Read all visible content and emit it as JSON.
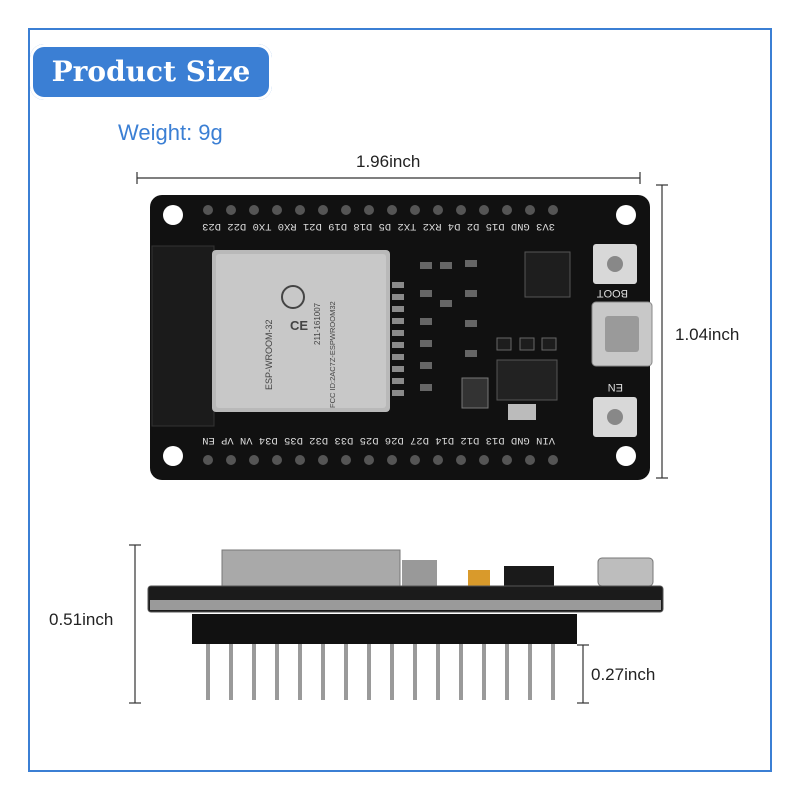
{
  "header": {
    "title": "Product Size",
    "weight": "Weight: 9g"
  },
  "board": {
    "module_label": "ESP-WROOM-32",
    "module_code": "211-161007",
    "module_fcc": "FCC ID:2AC7Z-ESPWROOM32",
    "boot_label": "BOOT",
    "en_label": "EN",
    "pins_top": "3V3 GND D15 D2 D4 RX2 TX2 D5 D18 D19 D21 RX0 TX0 D22 D23",
    "pins_bottom": "VIN GND D13 D12 D14 D27 D26 D25 D33 D32 D35 D34 VN VP EN"
  },
  "dimensions": {
    "length": "1.96inch",
    "width": "1.04inch",
    "height": "0.51inch",
    "pin_length": "0.27inch"
  },
  "colors": {
    "accent": "#3b7fd4",
    "pcb": "#111111",
    "text": "#222222"
  }
}
